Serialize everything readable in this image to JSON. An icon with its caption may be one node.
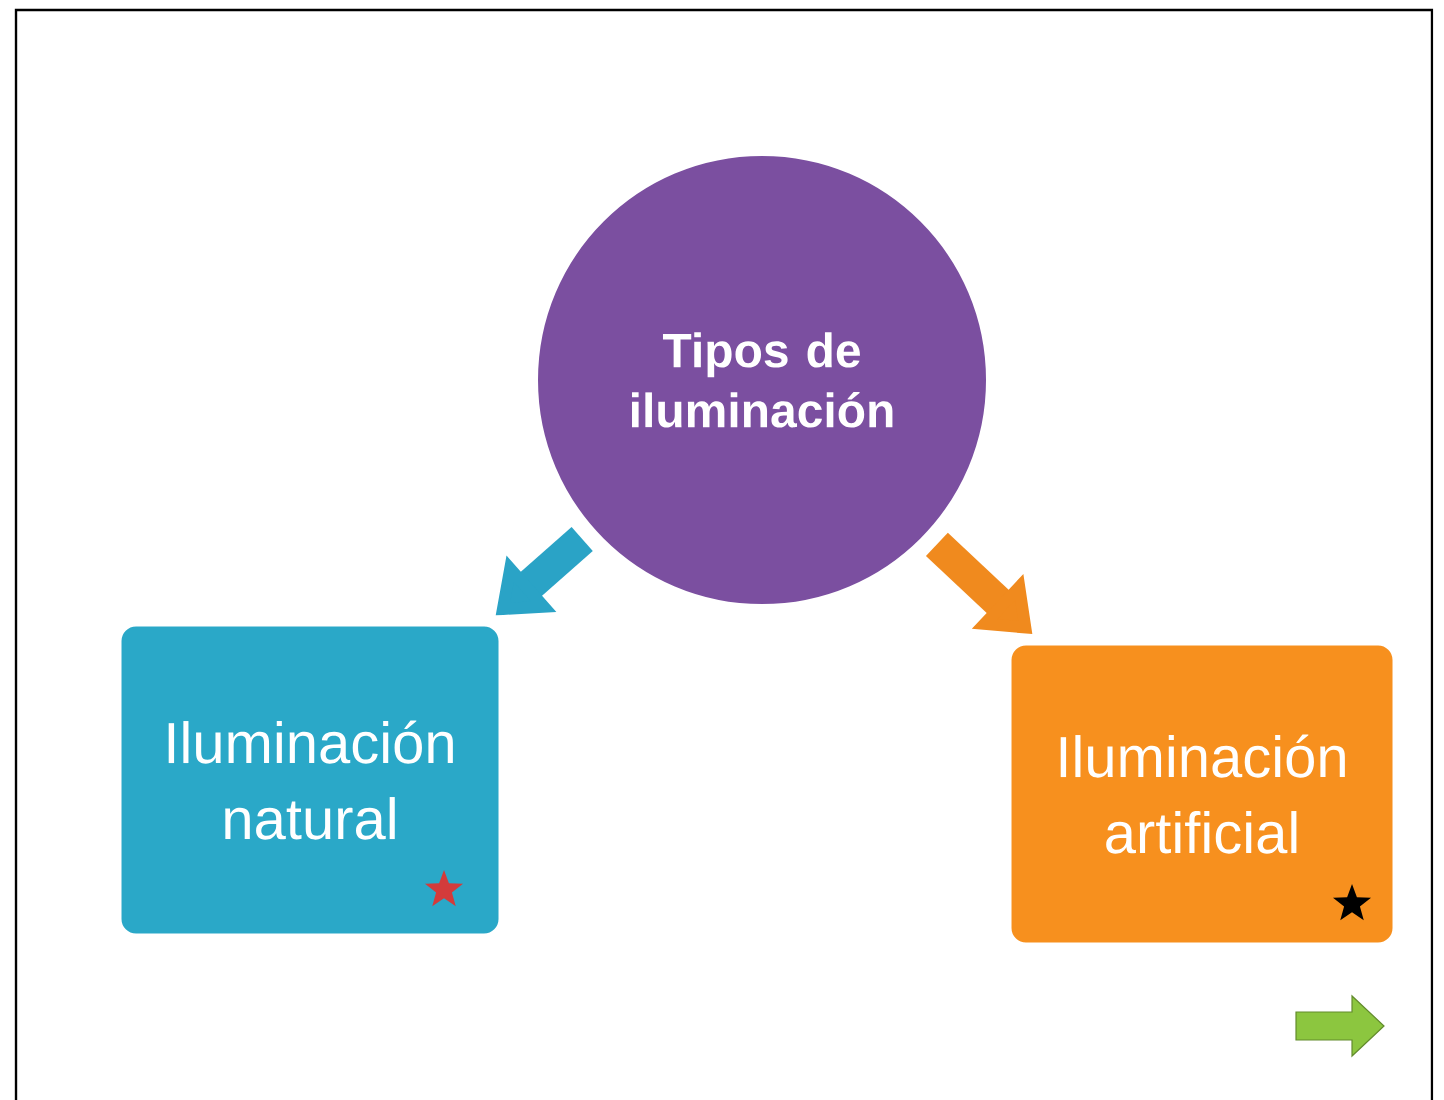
{
  "diagram": {
    "nodes": [
      {
        "text": [
          "Tipos de iluminación"
        ]
      },
      {
        "text": [
          "Iluminación natural"
        ]
      },
      {
        "text": [
          "Iluminación artificial"
        ]
      }
    ],
    "edges": [
      {
        "from": 0,
        "to": 1,
        "arrow": "to",
        "color": "#2aa3c6"
      },
      {
        "from": 0,
        "to": 2,
        "arrow": "to",
        "color": "#f08a1e"
      }
    ]
  }
}
